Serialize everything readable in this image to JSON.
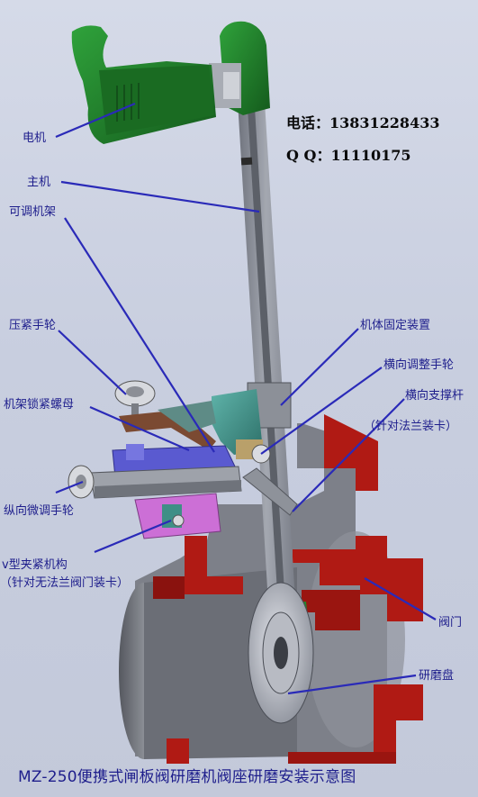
{
  "contact": {
    "phone": "电话：13831228433",
    "qq": "Q Q：11110175"
  },
  "labels": {
    "motor": "电机",
    "main_unit": "主机",
    "adjustable_frame": "可调机架",
    "clamp_handwheel": "压紧手轮",
    "frame_lock_nut": "机架锁紧螺母",
    "longitudinal_handwheel": "纵向微调手轮",
    "v_clamp": "v型夹紧机构",
    "v_clamp_note": "（针对无法兰阀门装卡）",
    "body_fixing": "机体固定装置",
    "lateral_handwheel": "横向调整手轮",
    "lateral_support_rod": "横向支撑杆",
    "lateral_support_note": "（针对法兰装卡）",
    "valve": "阀门",
    "grinding_disc": "研磨盘"
  },
  "caption": "MZ-250便携式闸板阀研磨机阀座研磨安装示意图",
  "colors": {
    "label_text": "#1e1e8c",
    "leader_line": "#2a2ab8",
    "motor_green": "#1f7d2a",
    "valve_red": "#b01a14",
    "frame_blue": "#5a5ad0",
    "clamp_pink": "#cc6fd6",
    "arm_teal": "#3f8f86",
    "column_gray": "#8a8e98"
  }
}
